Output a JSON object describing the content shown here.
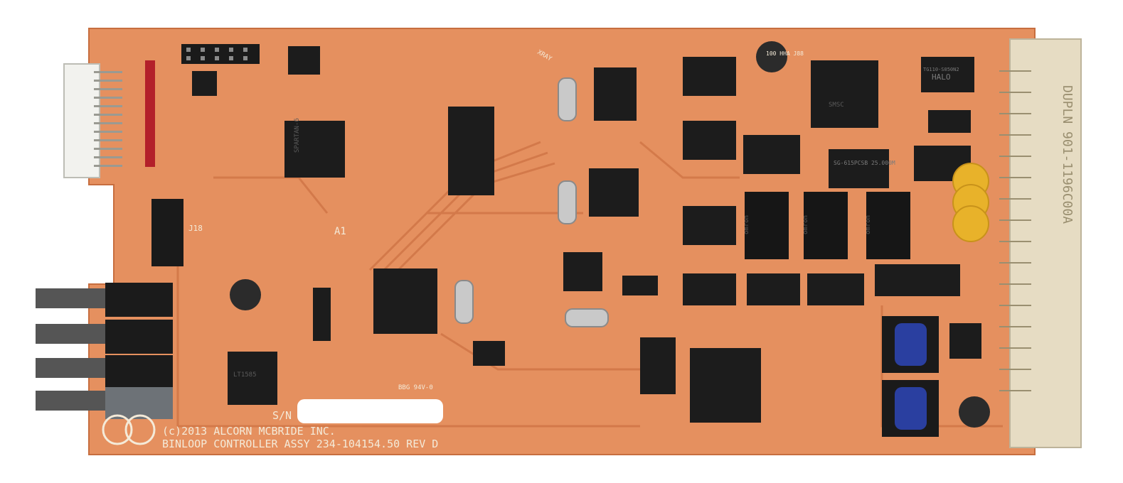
{
  "board": {
    "copyright": "(c)2013 ALCORN MCBRIDE INC.",
    "assembly": "BINLOOP CONTROLLER ASSY 234-104154.50 REV D",
    "serial_label": "S/N",
    "edge_part": "DUPLN 901-1196C00A",
    "xray_mark": "XRAY",
    "flag_mark": "A1",
    "header_label": "J18",
    "spartan_chip": "SPARTAN-6",
    "smsc_chip": "SMSC",
    "halo_chip": "HALO",
    "halo_part": "TG110-S050N2",
    "cap_label": "100 HHA J88",
    "osc_label": "SG-615PCSB 25.000M",
    "relay_brand": "omron",
    "reg_label": "LT1585",
    "ul_label": "BBG 94V-0",
    "tint_board": "#e5905f",
    "tint_chip": "#1c1c1c",
    "tint_connector": "#e6dcc3"
  }
}
